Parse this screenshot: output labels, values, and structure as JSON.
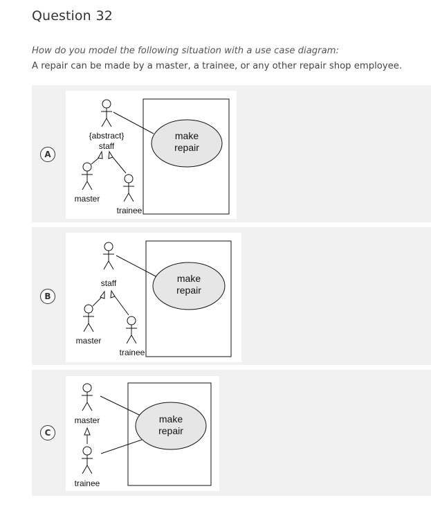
{
  "question": {
    "title_prefix": "Question",
    "number": "32",
    "prompt": "How do you model the following situation with a use case diagram:",
    "text": "A repair can be made by a master, a trainee, or any other repair shop employee."
  },
  "options": [
    {
      "letter": "A",
      "abstract_label": "{abstract}",
      "staff_label": "staff",
      "master_label": "master",
      "trainee_label": "trainee",
      "usecase_line1": "make",
      "usecase_line2": "repair"
    },
    {
      "letter": "B",
      "staff_label": "staff",
      "master_label": "master",
      "trainee_label": "trainee",
      "usecase_line1": "make",
      "usecase_line2": "repair"
    },
    {
      "letter": "C",
      "master_label": "master",
      "trainee_label": "trainee",
      "usecase_line1": "make",
      "usecase_line2": "repair"
    }
  ]
}
